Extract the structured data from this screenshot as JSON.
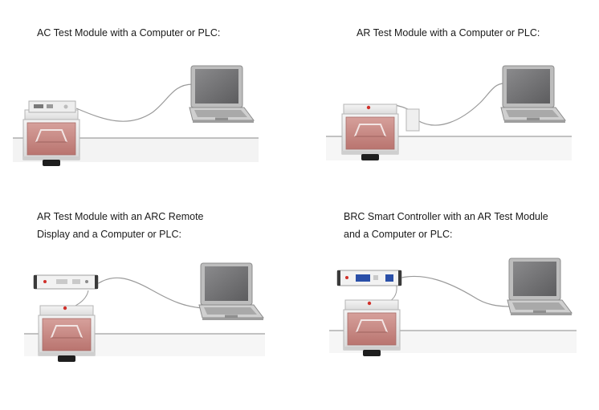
{
  "panels": [
    {
      "caption_lines": [
        "AC Test Module with a Computer or PLC:"
      ],
      "caption_align": "left",
      "devices": [
        "test-module-with-ac-controller",
        "laptop-computer"
      ]
    },
    {
      "caption_lines": [
        "AR Test Module with a Computer or PLC:"
      ],
      "caption_align": "left",
      "devices": [
        "ar-test-module",
        "interface-box",
        "laptop-computer"
      ]
    },
    {
      "caption_lines": [
        "AR Test Module with an ARC Remote",
        "Display and a Computer or PLC:"
      ],
      "caption_align": "left",
      "devices": [
        "arc-remote-display",
        "ar-test-module",
        "laptop-computer"
      ]
    },
    {
      "caption_lines": [
        "BRC Smart Controller with an AR Test Module",
        "and a Computer or PLC:"
      ],
      "caption_align": "left",
      "devices": [
        "brc-smart-controller",
        "ar-test-module",
        "laptop-computer"
      ]
    }
  ],
  "colors": {
    "module_body": "#c98a86",
    "module_frame": "#e6e6e6",
    "laptop_screen": "#6f6f70",
    "floor_line": "#8a8a8a",
    "cable": "#9a9a9a",
    "indicator_red": "#d0302a",
    "display_blue": "#2a4fa8"
  }
}
